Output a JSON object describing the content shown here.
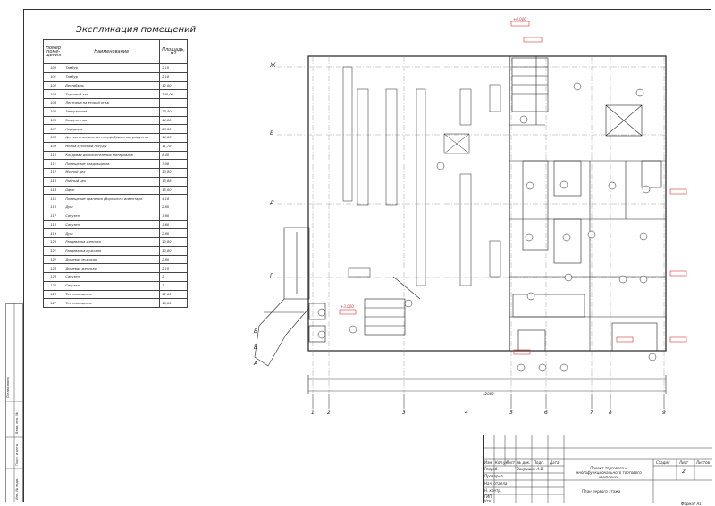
{
  "explication": {
    "title": "Экспликация помещений",
    "headers": {
      "number": "Номер поме-щения",
      "name": "Наименование",
      "area": "Площадь, м2"
    },
    "rows": [
      {
        "num": "100",
        "name": "Тамбур",
        "area": "2,10"
      },
      {
        "num": "101",
        "name": "Тамбур",
        "area": "2,18"
      },
      {
        "num": "102",
        "name": "Вестибюль",
        "area": "12,00"
      },
      {
        "num": "103",
        "name": "Торговый зал",
        "area": "240,00"
      },
      {
        "num": "104",
        "name": "Лестница на второй этаж",
        "area": ""
      },
      {
        "num": "105",
        "name": "Загрузочная",
        "area": "23,40"
      },
      {
        "num": "106",
        "name": "Загрузочная",
        "area": "14,80"
      },
      {
        "num": "107",
        "name": "Коридоры",
        "area": "28,60"
      },
      {
        "num": "108",
        "name": "Цех восстановления полуфабрикатов продуктов",
        "area": "14,88"
      },
      {
        "num": "109",
        "name": "Мойка кухонной посуды",
        "area": "11,78"
      },
      {
        "num": "110",
        "name": "Кладовая дополнительных материалов",
        "area": "8,40"
      },
      {
        "num": "111",
        "name": "Помещение кладовщиков",
        "area": "7,08"
      },
      {
        "num": "112",
        "name": "Мясной цех",
        "area": "10,80"
      },
      {
        "num": "113",
        "name": "Рыбный цех",
        "area": "13,88"
      },
      {
        "num": "114",
        "name": "Офис",
        "area": "15,00"
      },
      {
        "num": "115",
        "name": "Помещение хранения уборочного инвентаря",
        "area": "4,18"
      },
      {
        "num": "116",
        "name": "Душ",
        "area": "2,80"
      },
      {
        "num": "117",
        "name": "Санузел",
        "area": "3,60"
      },
      {
        "num": "118",
        "name": "Санузел",
        "area": "3,60"
      },
      {
        "num": "119",
        "name": "Душ",
        "area": "2,80"
      },
      {
        "num": "120",
        "name": "Раздевалка женская",
        "area": "10,80"
      },
      {
        "num": "121",
        "name": "Раздевалка мужская",
        "area": "10,80"
      },
      {
        "num": "122",
        "name": "Душевая мужская",
        "area": "2,80"
      },
      {
        "num": "123",
        "name": "Душевая женская",
        "area": "2,10"
      },
      {
        "num": "124",
        "name": "Санузел",
        "area": "2"
      },
      {
        "num": "125",
        "name": "Санузел",
        "area": "2"
      },
      {
        "num": "126",
        "name": "Тех помещение",
        "area": "12,80"
      },
      {
        "num": "127",
        "name": "Тех помещение",
        "area": "16,00"
      }
    ]
  },
  "axes": {
    "rows": [
      "Ж",
      "Е",
      "Д",
      "Г",
      "В",
      "Б",
      "А"
    ],
    "cols": [
      "1",
      "2",
      "3",
      "4",
      "5",
      "6",
      "7",
      "8",
      "9"
    ]
  },
  "dims": {
    "total": "42000",
    "elev1": "+3,000",
    "elev2": "+0,000"
  },
  "title_block": {
    "project": "Проект торгового и многофункционального торгового комплекса",
    "sheet_name": "План первого этажа",
    "stage_lbl": "Стадия",
    "sheet_lbl": "Лист",
    "sheets_lbl": "Листов",
    "sheet_num": "2",
    "roles": [
      "Изм.",
      "Кол.уч",
      "Лист",
      "№ док.",
      "Подп.",
      "Дата"
    ],
    "people": [
      "Разраб.",
      "Проверил",
      "Нач. отдела",
      "Н. контр.",
      "ГИП",
      "Утв."
    ],
    "developer": "Вахрушин А.В.",
    "format": "Формат А1"
  },
  "side_strip": [
    "Согласовано",
    "Взам. инв. №",
    "Подп. и дата",
    "Инв. № подл."
  ]
}
